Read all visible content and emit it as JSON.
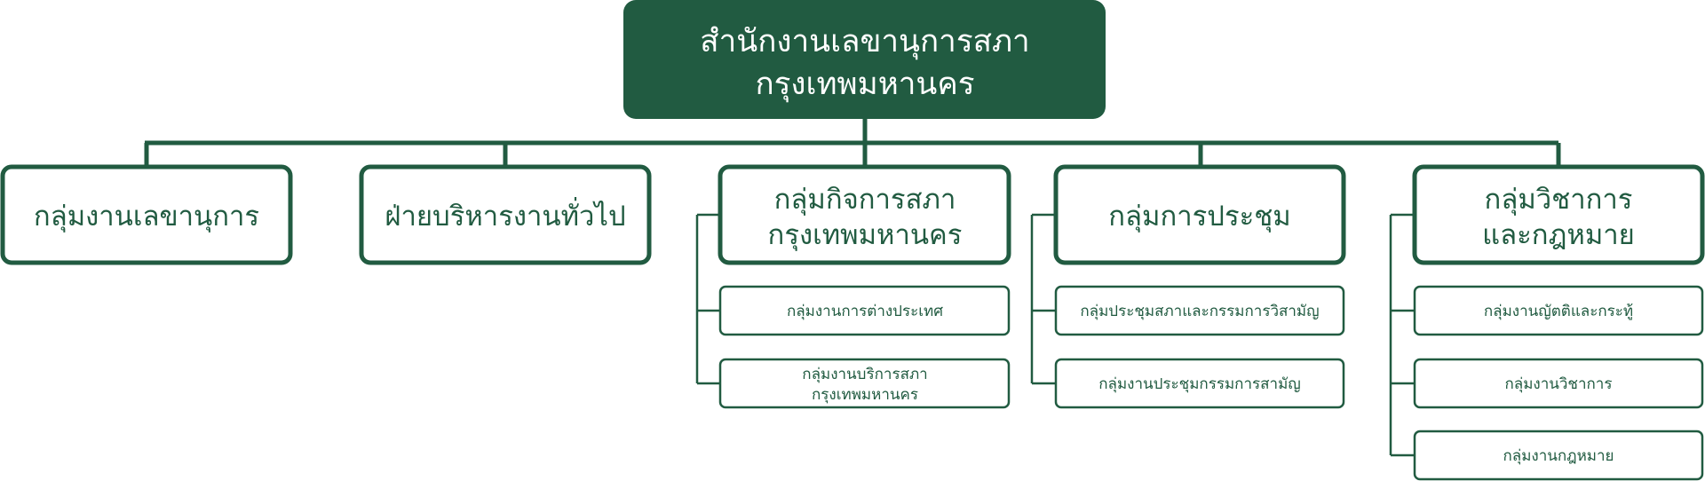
{
  "colors": {
    "primary": "#215B41",
    "box_fill": "#ffffff",
    "box_text": "#215B41",
    "root_text": "#ffffff"
  },
  "root": {
    "line1": "สำนักงานเลขานุการสภา",
    "line2": "กรุงเทพมหานคร"
  },
  "groups": [
    {
      "line1": "กลุ่มงานเลขานุการ",
      "line2": "",
      "children": []
    },
    {
      "line1": "ฝ่ายบริหารงานทั่วไป",
      "line2": "",
      "children": []
    },
    {
      "line1": "กลุ่มกิจการสภา",
      "line2": "กรุงเทพมหานคร",
      "children": [
        {
          "line1": "กลุ่มงานการต่างประเทศ",
          "line2": ""
        },
        {
          "line1": "กลุ่มงานบริการสภา",
          "line2": "กรุงเทพมหานคร"
        }
      ]
    },
    {
      "line1": "กลุ่มการประชุม",
      "line2": "",
      "children": [
        {
          "line1": "กลุ่มประชุมสภาและกรรมการวิสามัญ",
          "line2": ""
        },
        {
          "line1": "กลุ่มงานประชุมกรรมการสามัญ",
          "line2": ""
        }
      ]
    },
    {
      "line1": "กลุ่มวิชาการ",
      "line2": "และกฎหมาย",
      "children": [
        {
          "line1": "กลุ่มงานญัตติและกระทู้",
          "line2": ""
        },
        {
          "line1": "กลุ่มงานวิชาการ",
          "line2": ""
        },
        {
          "line1": "กลุ่มงานกฎหมาย",
          "line2": ""
        }
      ]
    }
  ]
}
